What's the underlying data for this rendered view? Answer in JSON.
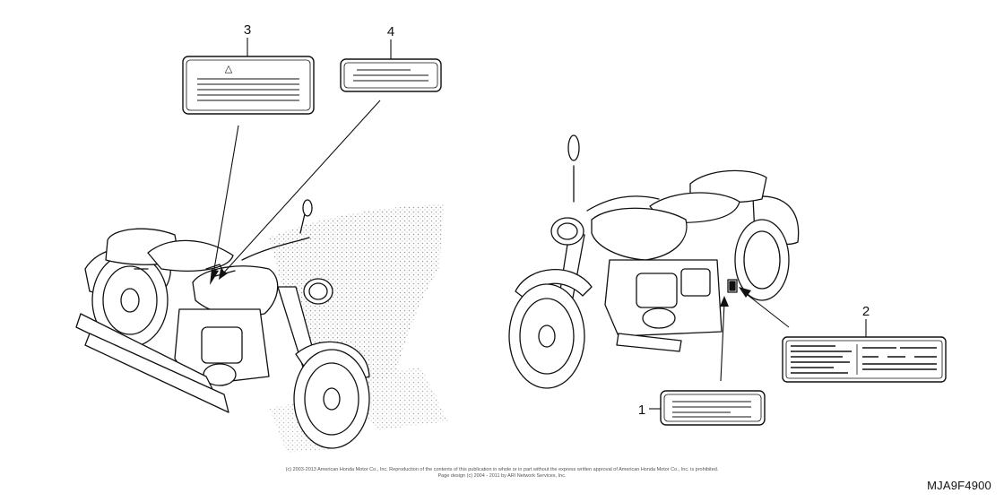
{
  "callouts": {
    "one": "1",
    "two": "2",
    "three": "3",
    "four": "4"
  },
  "label3": {
    "symbol": "△"
  },
  "footer": {
    "copyright_line": "(c) 2003-2013 American Honda Motor Co., Inc. Reproduction of the contents of this publication in whole or in part without the express written approval of American Honda Motor Co., Inc. is prohibited.",
    "design_line": "Page design (c) 2004 - 2011 by ARI Network Services, Inc."
  },
  "part_code": "MJA9F4900",
  "colors": {
    "line": "#111111",
    "background": "#ffffff",
    "stipple": "#9a9a9a"
  }
}
